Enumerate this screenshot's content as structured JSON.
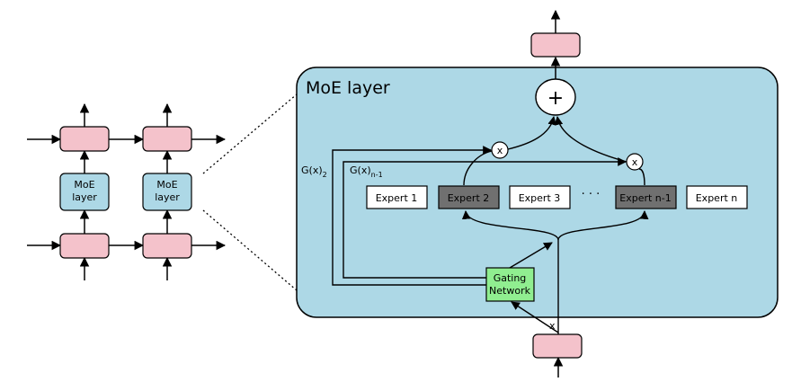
{
  "moe_layer": {
    "title": "MoE layer",
    "plus_symbol": "+",
    "multiply_symbol": "x",
    "gating": {
      "line1": "Gating",
      "line2": "Network"
    },
    "input_label": "x",
    "gate_label_2": {
      "base": "G(x)",
      "sub": "2"
    },
    "gate_label_n1": {
      "base": "G(x)",
      "sub": "n-1"
    },
    "dots": "· · ·",
    "experts": [
      {
        "label": "Expert 1",
        "selected": false
      },
      {
        "label": "Expert 2",
        "selected": true
      },
      {
        "label": "Expert 3",
        "selected": false
      },
      {
        "label": "Expert n-1",
        "selected": true
      },
      {
        "label": "Expert n",
        "selected": false
      }
    ]
  },
  "left_stack": {
    "moe_label_line1": "MoE",
    "moe_label_line2": "layer"
  },
  "colors": {
    "panel_fill": "#add8e6",
    "pink_box": "#f4c2cb",
    "moe_box": "#add8e6",
    "gating_fill": "#90ee90",
    "expert_selected": "#707070",
    "expert_unselected": "#ffffff",
    "stroke": "#000000"
  }
}
